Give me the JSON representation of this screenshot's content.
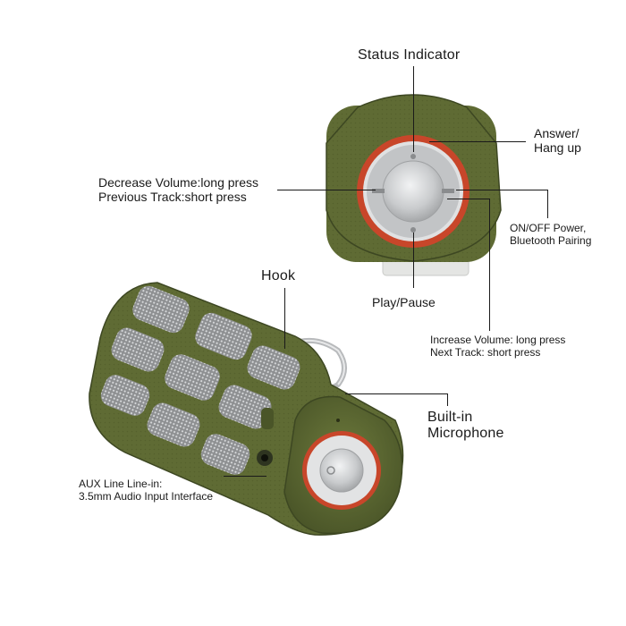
{
  "labels": {
    "status_indicator": "Status Indicator",
    "answer_hang_up": [
      "Answer/",
      "Hang up"
    ],
    "decrease_volume": [
      "Decrease Volume:long press",
      "Previous Track:short press"
    ],
    "on_off": [
      "ON/OFF Power,",
      "Bluetooth Pairing"
    ],
    "hook": "Hook",
    "play_pause": "Play/Pause",
    "increase_volume": [
      "Increase Volume: long press",
      "Next Track: short press"
    ],
    "microphone": [
      "Built-in",
      "Microphone"
    ],
    "aux": [
      "AUX Line Line-in:",
      "3.5mm Audio Input Interface"
    ]
  },
  "colors": {
    "body_green": "#5f6b34",
    "body_green_dark": "#46502a",
    "accent_red": "#c8462a",
    "button_silver": "#d4d6d8",
    "grille_grey": "#9a9c9e"
  }
}
